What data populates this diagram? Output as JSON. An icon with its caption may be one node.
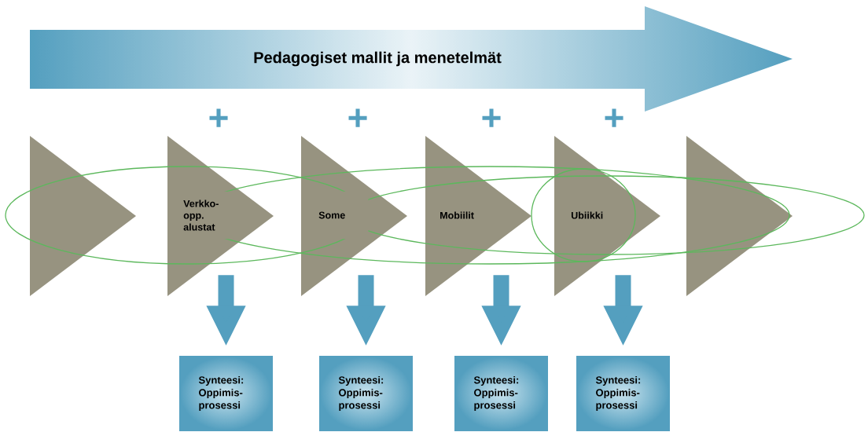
{
  "diagram": {
    "nodes": [
      {
        "text": [
          "Pedagogiset mallit ja menetelmät"
        ]
      },
      {
        "text": [],
        "shape": "triangle"
      },
      {
        "text": [
          "Verkko- opp. alustat"
        ]
      },
      {
        "text": [
          "Some"
        ]
      },
      {
        "text": [
          "Mobiilit"
        ]
      },
      {
        "text": [
          "Ubiikki"
        ]
      },
      {
        "text": [],
        "shape": "triangle"
      },
      {
        "text": [
          "Synteesi: Oppimis- prosessi"
        ]
      },
      {
        "text": [
          "Synteesi: Oppimis- prosessi"
        ]
      },
      {
        "text": [
          "Synteesi: Oppimis- prosessi"
        ]
      },
      {
        "text": [
          "Synteesi: Oppimis- prosessi"
        ]
      }
    ],
    "edges": [
      {
        "from": 2,
        "to": 7,
        "arrow": "to"
      },
      {
        "from": 3,
        "to": 8,
        "arrow": "to"
      },
      {
        "from": 4,
        "to": 9,
        "arrow": "to"
      },
      {
        "from": 5,
        "to": 10,
        "arrow": "to"
      }
    ],
    "labels": [
      "+",
      "+",
      "+",
      "+"
    ]
  }
}
